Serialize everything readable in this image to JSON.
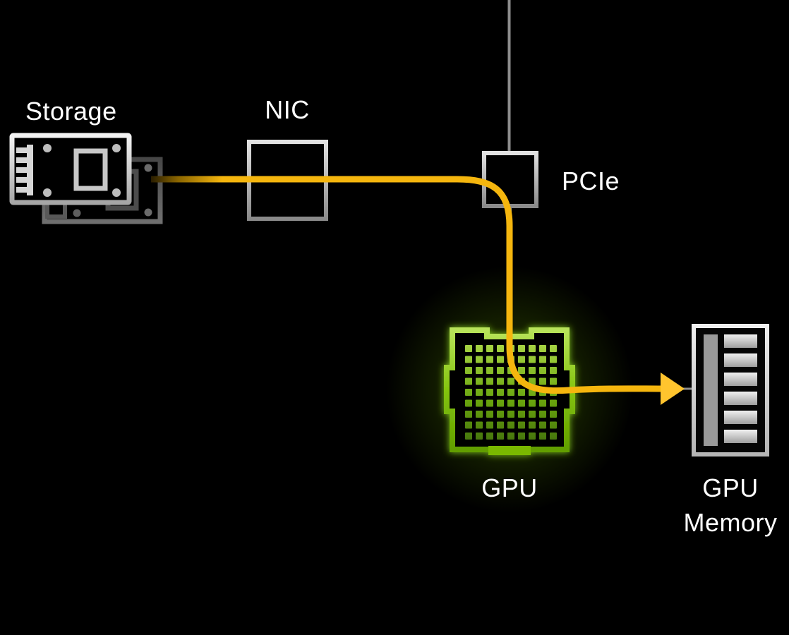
{
  "diagram": {
    "type": "architecture-data-path",
    "background": "#000000",
    "nodes": [
      {
        "id": "storage",
        "label": "Storage",
        "icon": "circuit-board-stack"
      },
      {
        "id": "nic",
        "label": "NIC",
        "icon": "square-outline"
      },
      {
        "id": "pcie",
        "label": "PCIe",
        "icon": "square-outline",
        "uplink": "line-to-top-edge"
      },
      {
        "id": "gpu",
        "label": "GPU",
        "icon": "green-chip-socket-9x9-grid",
        "glow": true
      },
      {
        "id": "gpu_memory",
        "label": "GPU Memory",
        "icon": "memory-module-6-bars"
      }
    ],
    "edges": [
      {
        "from": "storage",
        "to": "nic",
        "style": "gray-line-under-path"
      },
      {
        "from": "nic",
        "to": "pcie",
        "style": "gray-line-under-path"
      },
      {
        "from": "pcie",
        "to": "gpu",
        "style": "gray-line-under-path"
      },
      {
        "from": "gpu",
        "to": "gpu_memory",
        "style": "gray-line-under-path"
      }
    ],
    "data_path": {
      "route": [
        "storage",
        "nic",
        "pcie",
        "gpu",
        "gpu_memory"
      ],
      "color": "#F5B60E",
      "arrow_color": "#FFC42E",
      "ends_with": "arrowhead-into-gpu-memory"
    },
    "colors": {
      "background": "#000000",
      "path_yellow": "#F5B60E",
      "arrow_yellow": "#FFC42E",
      "nvidia_green": "#76B900",
      "green_bright": "#AEDD4E",
      "connector_gray": "#8E8E8E",
      "icon_silver": "#D9D9D9",
      "label_white": "#FFFFFF"
    }
  },
  "labels": {
    "storage": "Storage",
    "nic": "NIC",
    "pcie": "PCIe",
    "gpu": "GPU",
    "gpu_memory": "GPU Memory"
  }
}
